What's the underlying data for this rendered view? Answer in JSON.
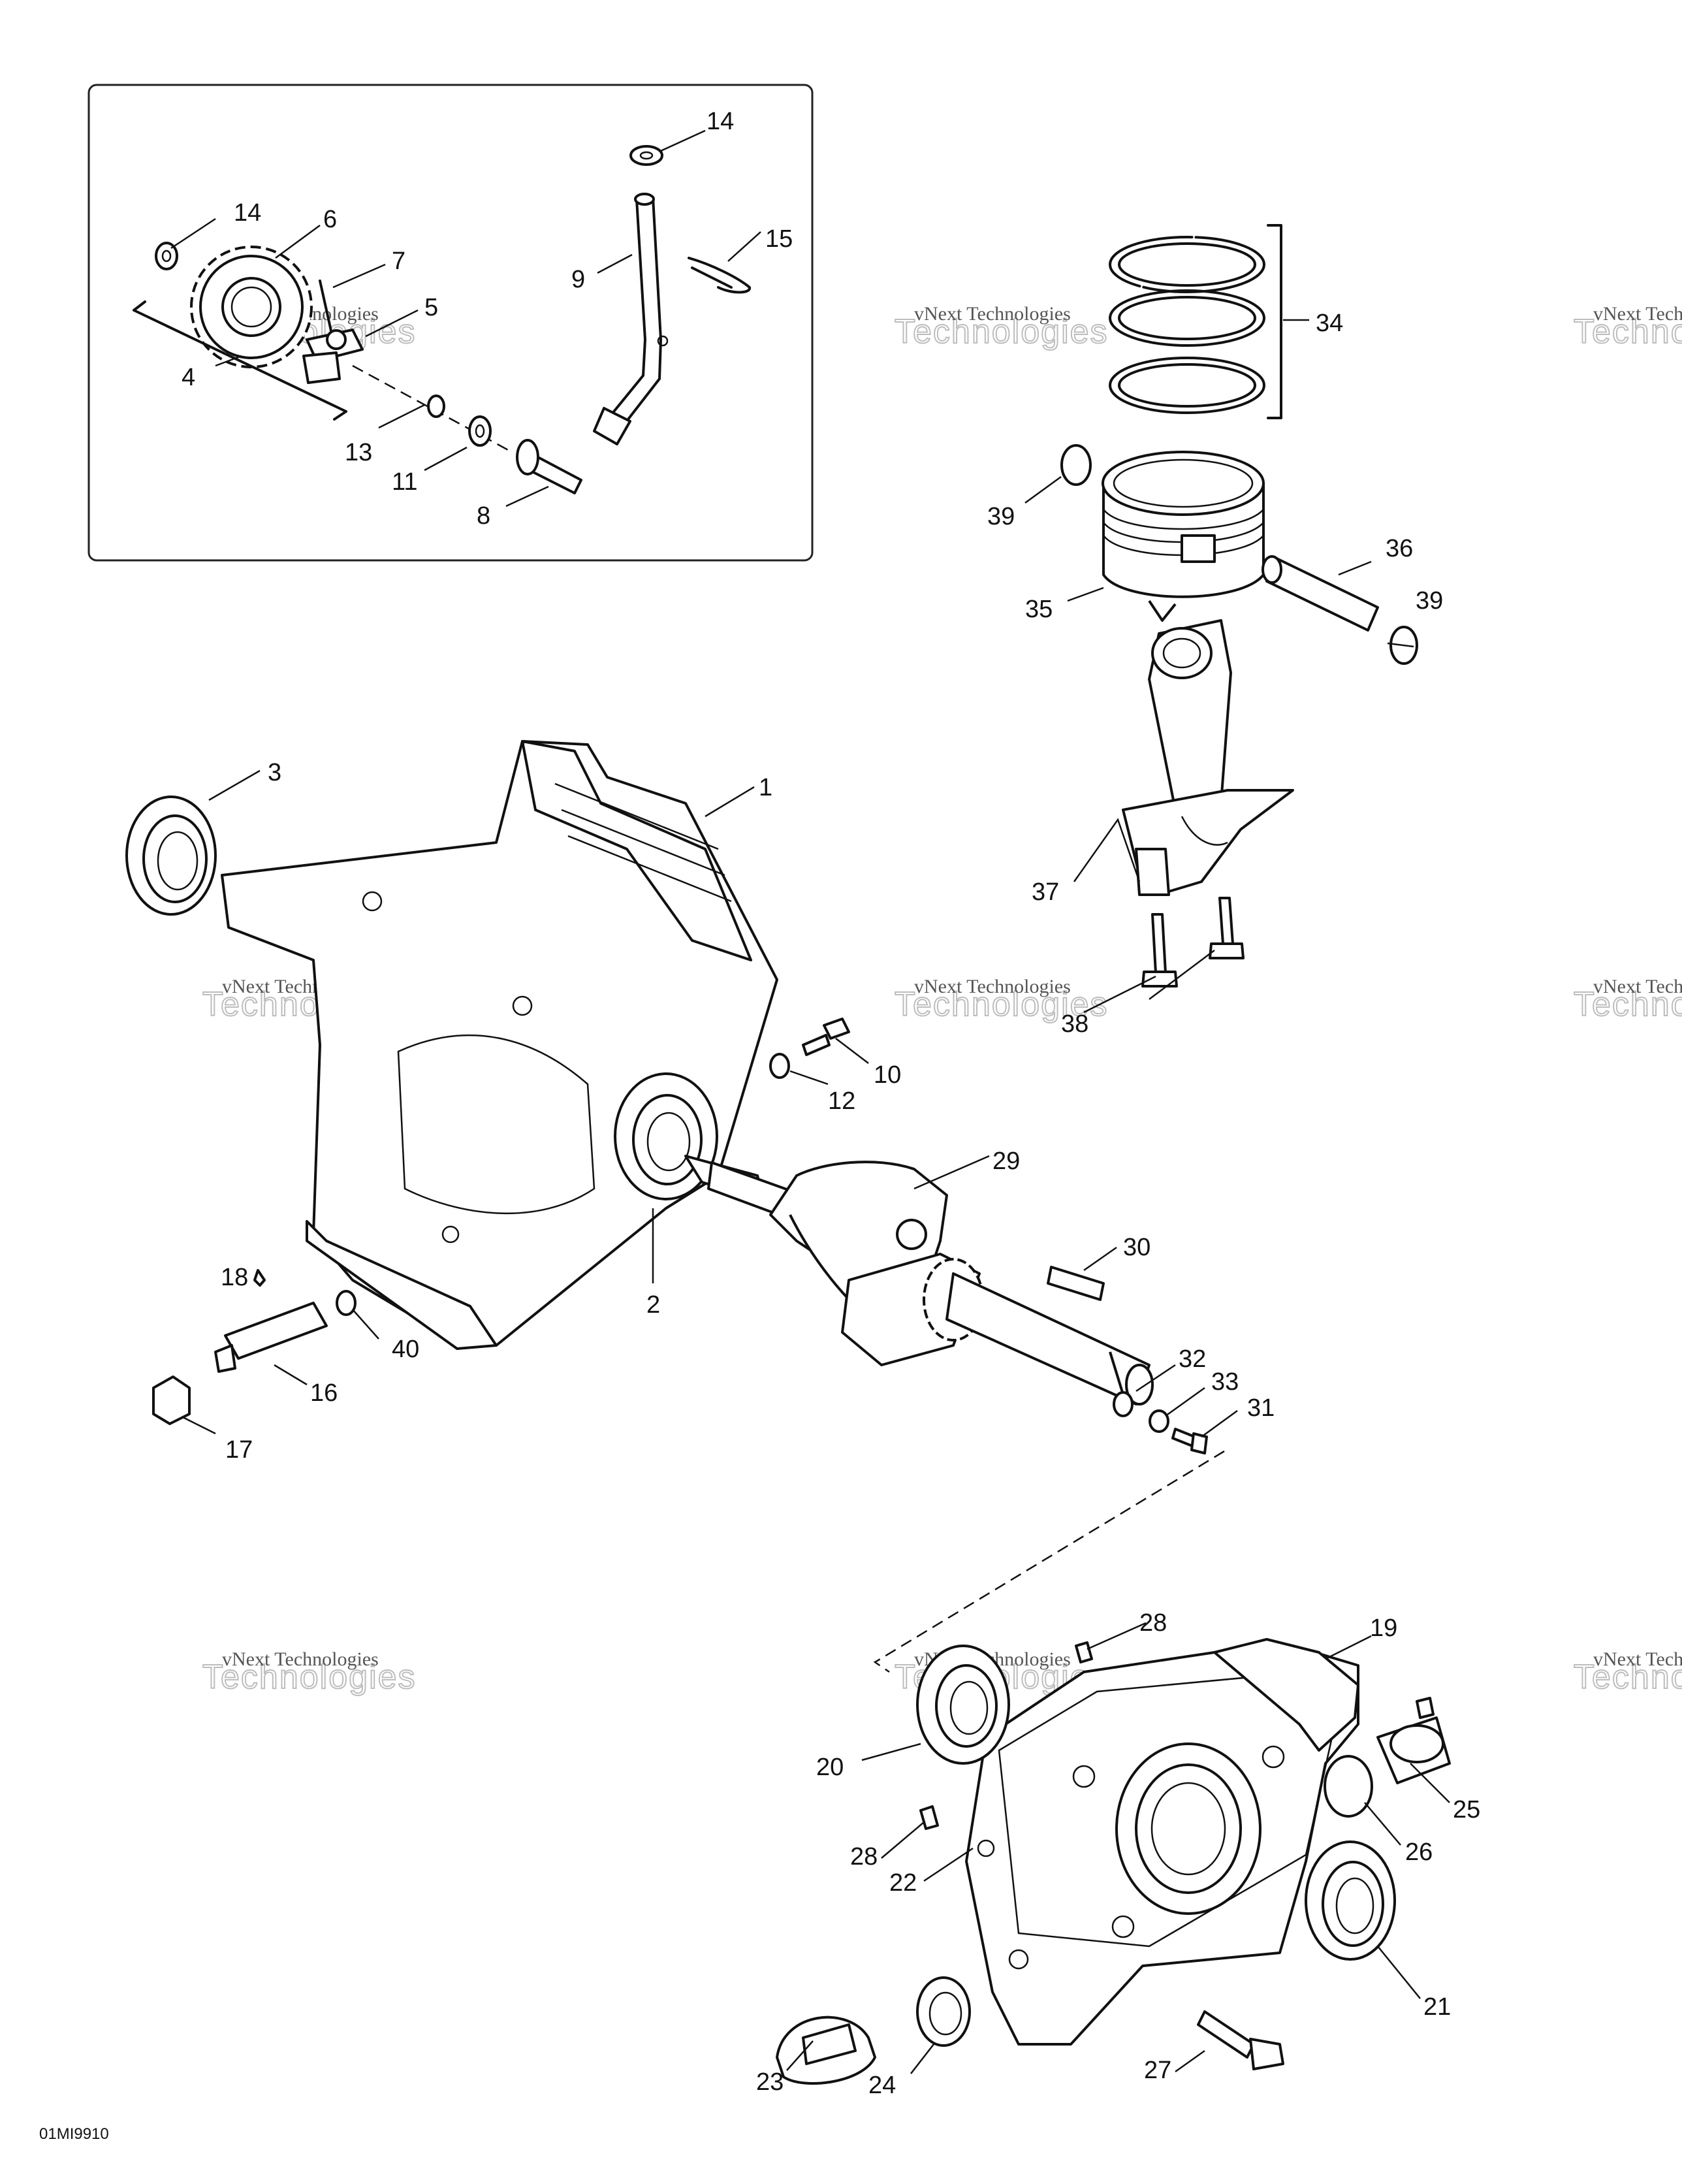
{
  "drawing_code": "01MI9910",
  "watermark": {
    "line1": "vNext Technologies",
    "line2": "Technologies"
  },
  "callouts": [
    {
      "id": "c14a",
      "text": "14"
    },
    {
      "id": "c6",
      "text": "6"
    },
    {
      "id": "c7",
      "text": "7"
    },
    {
      "id": "c5",
      "text": "5"
    },
    {
      "id": "c4",
      "text": "4"
    },
    {
      "id": "c13",
      "text": "13"
    },
    {
      "id": "c11",
      "text": "11"
    },
    {
      "id": "c8",
      "text": "8"
    },
    {
      "id": "c14b",
      "text": "14"
    },
    {
      "id": "c9",
      "text": "9"
    },
    {
      "id": "c15",
      "text": "15"
    },
    {
      "id": "c34",
      "text": "34"
    },
    {
      "id": "c39a",
      "text": "39"
    },
    {
      "id": "c35",
      "text": "35"
    },
    {
      "id": "c36",
      "text": "36"
    },
    {
      "id": "c39b",
      "text": "39"
    },
    {
      "id": "c37",
      "text": "37"
    },
    {
      "id": "c38",
      "text": "38"
    },
    {
      "id": "c3",
      "text": "3"
    },
    {
      "id": "c1",
      "text": "1"
    },
    {
      "id": "c10",
      "text": "10"
    },
    {
      "id": "c12",
      "text": "12"
    },
    {
      "id": "c29",
      "text": "29"
    },
    {
      "id": "c2",
      "text": "2"
    },
    {
      "id": "c30",
      "text": "30"
    },
    {
      "id": "c18",
      "text": "18"
    },
    {
      "id": "c40",
      "text": "40"
    },
    {
      "id": "c16",
      "text": "16"
    },
    {
      "id": "c17",
      "text": "17"
    },
    {
      "id": "c32",
      "text": "32"
    },
    {
      "id": "c33",
      "text": "33"
    },
    {
      "id": "c31",
      "text": "31"
    },
    {
      "id": "c28a",
      "text": "28"
    },
    {
      "id": "c19",
      "text": "19"
    },
    {
      "id": "c20",
      "text": "20"
    },
    {
      "id": "c25",
      "text": "25"
    },
    {
      "id": "c26",
      "text": "26"
    },
    {
      "id": "c28b",
      "text": "28"
    },
    {
      "id": "c22",
      "text": "22"
    },
    {
      "id": "c21",
      "text": "21"
    },
    {
      "id": "c23",
      "text": "23"
    },
    {
      "id": "c24",
      "text": "24"
    },
    {
      "id": "c27",
      "text": "27"
    }
  ]
}
